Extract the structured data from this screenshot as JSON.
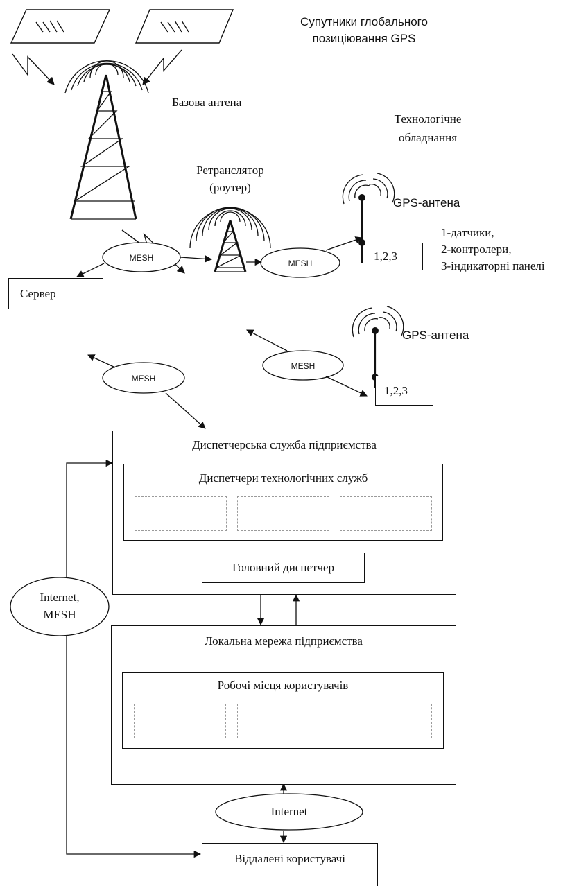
{
  "labels": {
    "satellites": [
      "Супутники глобального",
      "позиціювання GPS"
    ],
    "base_antenna": "Базова антена",
    "tech_equipment": [
      "Технологічне",
      "обладнання"
    ],
    "relay": [
      "Ретранслятор",
      "(роутер)"
    ],
    "gps_antenna_1": "GPS-антена",
    "gps_antenna_2": "GPS-антена",
    "device_legend": [
      "1-датчики,",
      "2-контролери,",
      "3-індикаторні панелі"
    ],
    "server": "Сервер",
    "device_box_1": "1,2,3",
    "device_box_2": "1,2,3",
    "dispatch_service": "Диспетчерська служба підприємства",
    "tech_dispatchers": "Диспетчери технологічних служб",
    "chief_dispatcher": "Головний диспетчер",
    "local_network": "Локальна мережа підприємства",
    "workstations": "Робочі місця користувачів",
    "remote_users": "Віддалені користувачі"
  },
  "links": {
    "mesh_1": "MESH",
    "mesh_2": "MESH",
    "mesh_3": "MESH",
    "mesh_4": "MESH",
    "internet_mesh": [
      "Internet,",
      "MESH"
    ],
    "internet": "Internet"
  }
}
